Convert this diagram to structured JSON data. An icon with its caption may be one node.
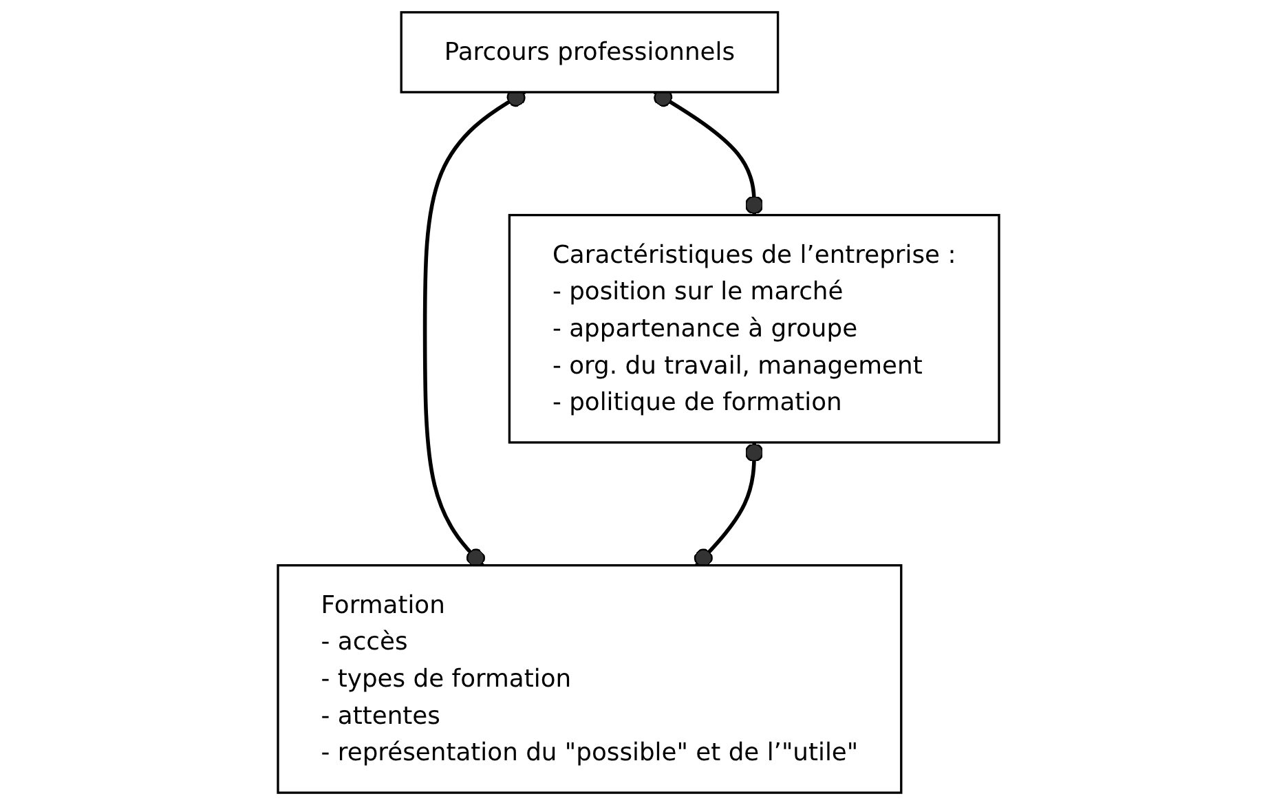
{
  "diagram": {
    "nodes": [
      {
        "text": [
          "Parcours professionnels"
        ]
      },
      {
        "text": [
          "Caractéristiques de l’entreprise :",
          "- position sur le marché",
          "- appartenance à groupe",
          "- org. du travail, management",
          "- politique de formation"
        ]
      },
      {
        "text": [
          "Formation",
          "- accès",
          "- types de formation",
          "- attentes",
          "- représentation du \"possible\" et de l’\"utile\""
        ]
      }
    ],
    "edges": [
      {
        "from": 0,
        "to": 1,
        "arrow": "other"
      },
      {
        "from": 0,
        "to": 2,
        "arrow": "other"
      },
      {
        "from": 1,
        "to": 2,
        "arrow": "other"
      }
    ]
  }
}
